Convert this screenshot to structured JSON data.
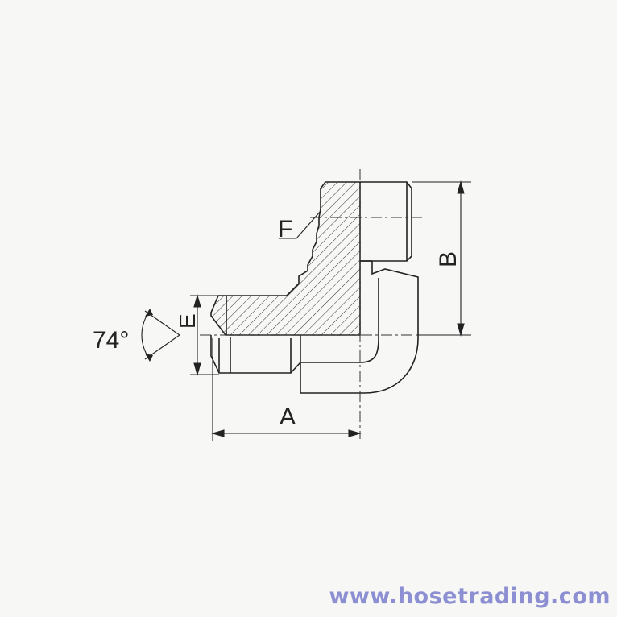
{
  "drawing": {
    "labels": {
      "angle": "74°",
      "dim_a": "A",
      "dim_b": "B",
      "dim_e": "E",
      "dim_f": "F"
    }
  },
  "footer": {
    "website": "www.hosetrading.com"
  },
  "colors": {
    "line": "#222222",
    "watermark": "#8c8fd2",
    "background": "#f7f7f5"
  }
}
